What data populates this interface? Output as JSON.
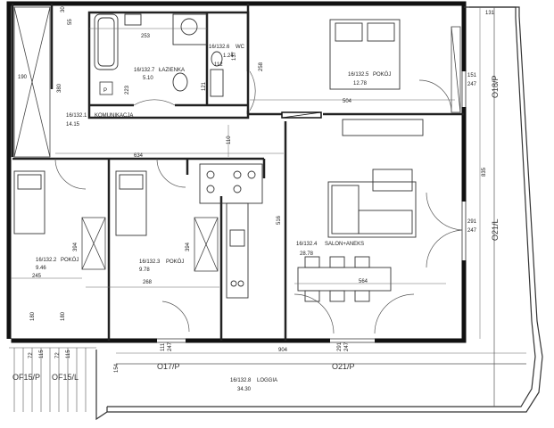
{
  "rooms": [
    {
      "id": "r1",
      "code": "16/132.1",
      "name": "KOMUNIKACJA",
      "area": "14.15"
    },
    {
      "id": "r2",
      "code": "16/132.2",
      "name": "POKÓJ",
      "area": "9.46"
    },
    {
      "id": "r3",
      "code": "16/132.3",
      "name": "POKÓJ",
      "area": "9.78"
    },
    {
      "id": "r4",
      "code": "16/132.4",
      "name": "SALON+ANEKS",
      "area": "28.78"
    },
    {
      "id": "r5",
      "code": "16/132.5",
      "name": "POKÓJ",
      "area": "12.78"
    },
    {
      "id": "r6",
      "code": "16/132.6",
      "name": "WC",
      "area": "1.24"
    },
    {
      "id": "r7",
      "code": "16/132.7",
      "name": "ŁAZIENKA",
      "area": "5.10"
    },
    {
      "id": "r8",
      "code": "16/132.8",
      "name": "LOGGIA",
      "area": "34.30"
    }
  ],
  "dimensions": {
    "d253": "253",
    "d137": "137",
    "d112": "112",
    "d258": "258",
    "d131": "131",
    "d190": "190",
    "d380": "380",
    "d223": "223",
    "d121": "121",
    "d504": "504",
    "d151": "151",
    "d247a": "247",
    "d110": "110",
    "d634": "634",
    "d516": "516",
    "d835": "835",
    "d291": "291",
    "d247b": "247",
    "d394a": "394",
    "d394b": "394",
    "d245": "245",
    "d268": "268",
    "d564": "564",
    "d111": "111",
    "d247c": "247",
    "d291b": "291",
    "d247d": "247",
    "d904": "904",
    "d154": "154",
    "d72a": "72",
    "d115a": "115",
    "d72b": "72",
    "d115b": "115",
    "d180a": "180",
    "d180b": "180",
    "d30": "30",
    "d55": "55"
  },
  "axes": {
    "o18": "O18/P",
    "o21l": "O21/L",
    "o17": "O17/P",
    "o21p": "O21/P",
    "of15p": "OF15/P",
    "of15l": "OF15/L"
  },
  "markers": {
    "parking": "P"
  }
}
